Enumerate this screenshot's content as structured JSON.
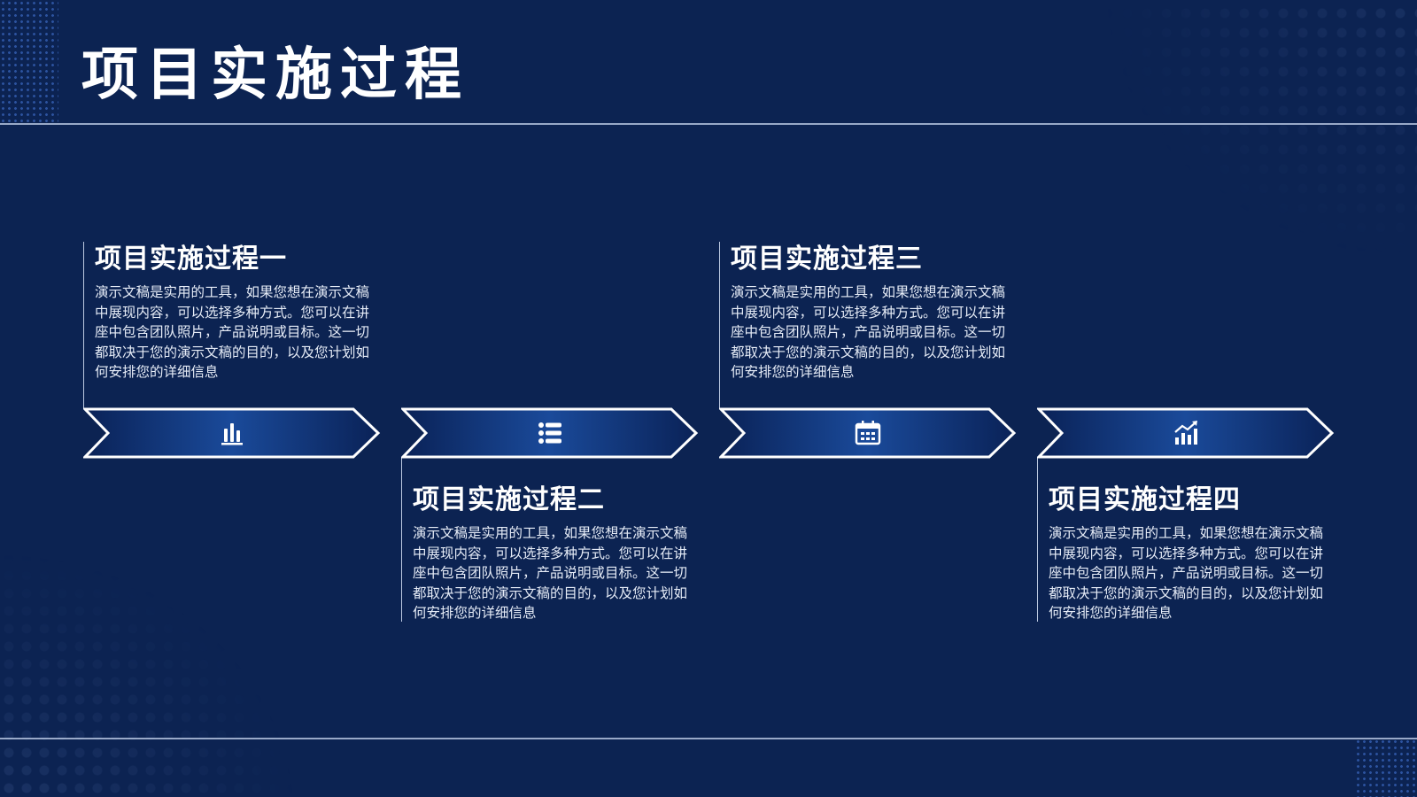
{
  "page": {
    "title": "项目实施过程"
  },
  "steps": [
    {
      "title": "项目实施过程一",
      "description": "演示文稿是实用的工具，如果您想在演示文稿中展现内容，可以选择多种方式。您可以在讲座中包含团队照片，产品说明或目标。这一切都取决于您的演示文稿的目的，以及您计划如何安排您的详细信息",
      "icon": "bar-chart-icon"
    },
    {
      "title": "项目实施过程二",
      "description": "演示文稿是实用的工具，如果您想在演示文稿中展现内容，可以选择多种方式。您可以在讲座中包含团队照片，产品说明或目标。这一切都取决于您的演示文稿的目的，以及您计划如何安排您的详细信息",
      "icon": "list-icon"
    },
    {
      "title": "项目实施过程三",
      "description": "演示文稿是实用的工具，如果您想在演示文稿中展现内容，可以选择多种方式。您可以在讲座中包含团队照片，产品说明或目标。这一切都取决于您的演示文稿的目的，以及您计划如何安排您的详细信息",
      "icon": "calendar-icon"
    },
    {
      "title": "项目实施过程四",
      "description": "演示文稿是实用的工具，如果您想在演示文稿中展现内容，可以选择多种方式。您可以在讲座中包含团队照片，产品说明或目标。这一切都取决于您的演示文稿的目的，以及您计划如何安排您的详细信息",
      "icon": "growth-chart-icon"
    }
  ],
  "colors": {
    "background": "#0c2352",
    "chevron_dark": "#0a2257",
    "chevron_light": "#1a4a9a",
    "text": "#ffffff"
  }
}
